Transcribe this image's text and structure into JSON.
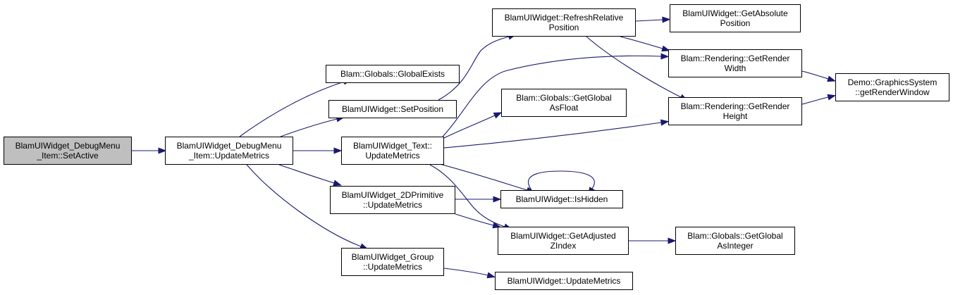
{
  "colors": {
    "edge": "#191970",
    "root_fill": "#bfbfbf",
    "node_fill": "#ffffff",
    "border": "#000000"
  },
  "nodes": [
    {
      "id": "set_active",
      "lines": [
        "BlamUIWidget_DebugMenu",
        "_Item::SetActive"
      ],
      "root": true
    },
    {
      "id": "dm_update_metrics",
      "lines": [
        "BlamUIWidget_DebugMenu",
        "_Item::UpdateMetrics"
      ]
    },
    {
      "id": "global_exists",
      "lines": [
        "Blam::Globals::GlobalExists"
      ]
    },
    {
      "id": "set_position",
      "lines": [
        "BlamUIWidget::SetPosition"
      ]
    },
    {
      "id": "text_update_metrics",
      "lines": [
        "BlamUIWidget_Text::",
        "UpdateMetrics"
      ]
    },
    {
      "id": "prim_update_metrics",
      "lines": [
        "BlamUIWidget_2DPrimitive",
        "::UpdateMetrics"
      ]
    },
    {
      "id": "group_update_metrics",
      "lines": [
        "BlamUIWidget_Group",
        "::UpdateMetrics"
      ]
    },
    {
      "id": "refresh_relative_position",
      "lines": [
        "BlamUIWidget::RefreshRelative",
        "Position"
      ]
    },
    {
      "id": "get_global_float",
      "lines": [
        "Blam::Globals::GetGlobal",
        "AsFloat"
      ]
    },
    {
      "id": "is_hidden",
      "lines": [
        "BlamUIWidget::IsHidden"
      ]
    },
    {
      "id": "get_adjusted_zindex",
      "lines": [
        "BlamUIWidget::GetAdjusted",
        "ZIndex"
      ]
    },
    {
      "id": "widget_update_metrics",
      "lines": [
        "BlamUIWidget::UpdateMetrics"
      ]
    },
    {
      "id": "get_absolute_position",
      "lines": [
        "BlamUIWidget::GetAbsolute",
        "Position"
      ]
    },
    {
      "id": "get_render_width",
      "lines": [
        "Blam::Rendering::GetRender",
        "Width"
      ]
    },
    {
      "id": "get_render_height",
      "lines": [
        "Blam::Rendering::GetRender",
        "Height"
      ]
    },
    {
      "id": "get_global_integer",
      "lines": [
        "Blam::Globals::GetGlobal",
        "AsInteger"
      ]
    },
    {
      "id": "get_render_window",
      "lines": [
        "Demo::GraphicsSystem",
        "::getRenderWindow"
      ]
    }
  ],
  "edges": [
    {
      "from": "set_active",
      "to": "dm_update_metrics"
    },
    {
      "from": "dm_update_metrics",
      "to": "global_exists"
    },
    {
      "from": "dm_update_metrics",
      "to": "set_position"
    },
    {
      "from": "dm_update_metrics",
      "to": "text_update_metrics"
    },
    {
      "from": "dm_update_metrics",
      "to": "prim_update_metrics"
    },
    {
      "from": "dm_update_metrics",
      "to": "group_update_metrics"
    },
    {
      "from": "set_position",
      "to": "refresh_relative_position"
    },
    {
      "from": "text_update_metrics",
      "to": "get_global_float"
    },
    {
      "from": "text_update_metrics",
      "to": "get_render_width"
    },
    {
      "from": "text_update_metrics",
      "to": "get_render_height"
    },
    {
      "from": "text_update_metrics",
      "to": "is_hidden"
    },
    {
      "from": "text_update_metrics",
      "to": "get_adjusted_zindex"
    },
    {
      "from": "prim_update_metrics",
      "to": "is_hidden"
    },
    {
      "from": "prim_update_metrics",
      "to": "get_adjusted_zindex"
    },
    {
      "from": "group_update_metrics",
      "to": "widget_update_metrics"
    },
    {
      "from": "refresh_relative_position",
      "to": "get_absolute_position"
    },
    {
      "from": "refresh_relative_position",
      "to": "get_render_width"
    },
    {
      "from": "refresh_relative_position",
      "to": "get_render_height"
    },
    {
      "from": "is_hidden",
      "to": "is_hidden"
    },
    {
      "from": "get_adjusted_zindex",
      "to": "get_global_integer"
    },
    {
      "from": "get_render_width",
      "to": "get_render_window"
    },
    {
      "from": "get_render_height",
      "to": "get_render_window"
    }
  ]
}
